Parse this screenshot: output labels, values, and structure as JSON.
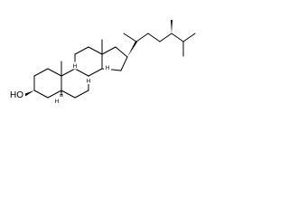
{
  "molecule": {
    "atom_labels": {
      "hydroxyl": "HO",
      "h_c14": "H",
      "h_c8": "H",
      "h_c9": "H",
      "h_c5": "H"
    },
    "colors": {
      "bond": "#000000",
      "label": "#000000",
      "background": "#ffffff"
    }
  }
}
